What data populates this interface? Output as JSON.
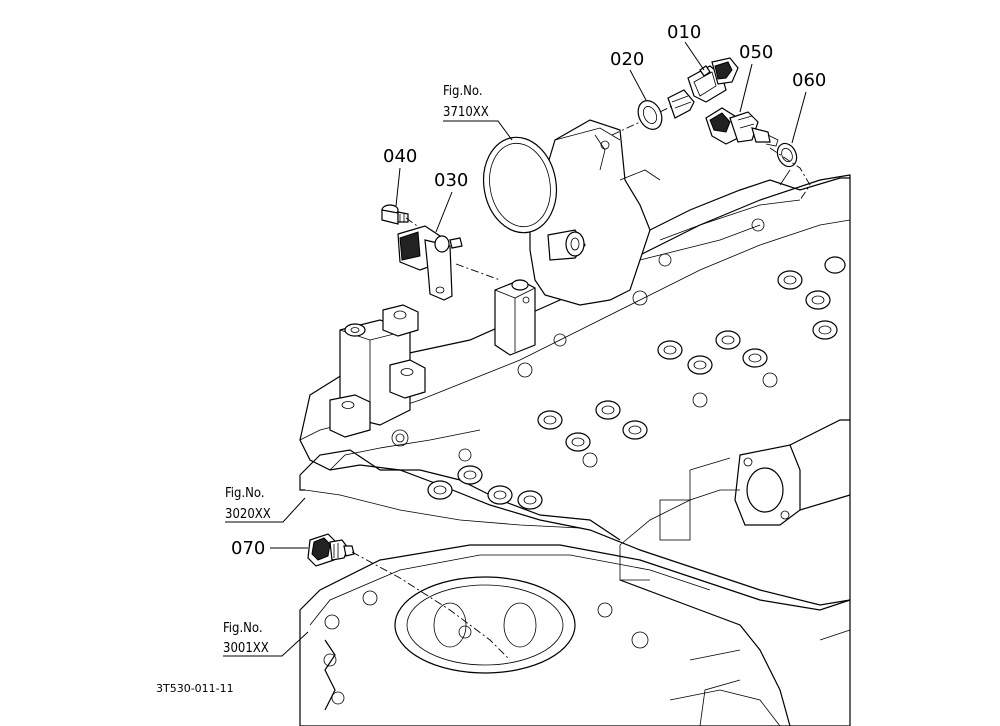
{
  "parts": [
    {
      "id": "010",
      "label": "010"
    },
    {
      "id": "020",
      "label": "020"
    },
    {
      "id": "030",
      "label": "030"
    },
    {
      "id": "040",
      "label": "040"
    },
    {
      "id": "050",
      "label": "050"
    },
    {
      "id": "060",
      "label": "060"
    },
    {
      "id": "070",
      "label": "070"
    }
  ],
  "references": [
    {
      "line1": "Fig.No.",
      "line2": "3710XX"
    },
    {
      "line1": "Fig.No.",
      "line2": "3020XX"
    },
    {
      "line1": "Fig.No.",
      "line2": "3001XX"
    }
  ],
  "drawing_code": "3T530-011-11"
}
